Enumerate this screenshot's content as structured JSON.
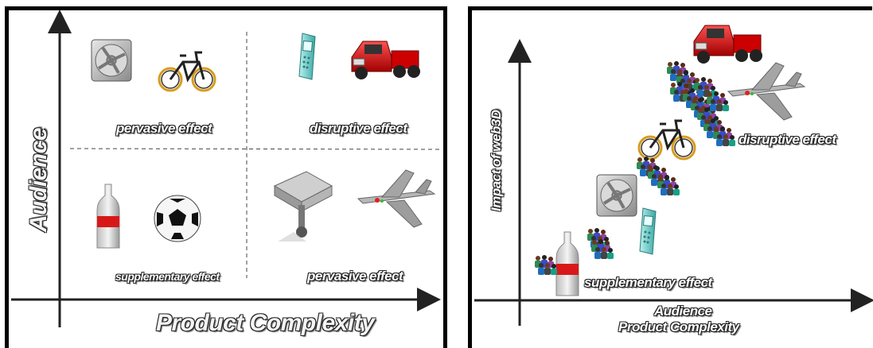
{
  "left": {
    "y_axis_label": "Audience",
    "x_axis_label": "Product Complexity",
    "quadrants": {
      "top_left": "pervasive effect",
      "top_right": "disruptive effect",
      "bottom_left": "supplementary effect",
      "bottom_right": "pervasive effect"
    }
  },
  "right": {
    "y_axis_label": "Impact of web3D",
    "x_axis_label_line1": "Audience",
    "x_axis_label_line2": "Product Complexity",
    "upper_label": "disruptive effect",
    "lower_label": "supplementary effect"
  },
  "icons": [
    "fan-icon",
    "bicycle-icon",
    "cell-phone-icon",
    "truck-icon",
    "bottle-icon",
    "soccer-ball-icon",
    "joystick-icon",
    "jet-plane-icon",
    "people-crowd-icon"
  ]
}
